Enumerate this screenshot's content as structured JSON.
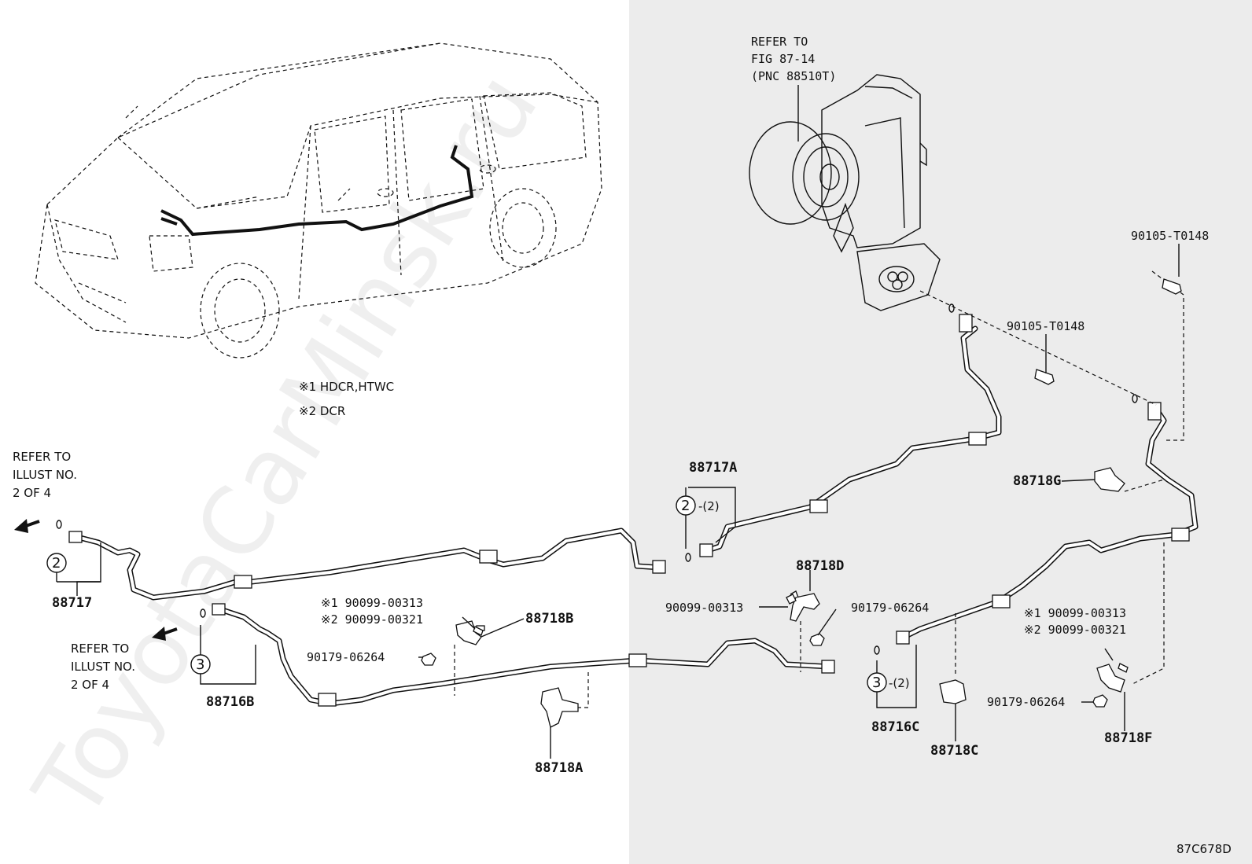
{
  "watermark": "ToyotaCarMinsk.ru",
  "notes": {
    "note1": "※1 HDCR,HTWC",
    "note2": "※2 DCR"
  },
  "refs": {
    "fig_ref": [
      "REFER TO",
      "FIG 87-14",
      "(PNC 88510T)"
    ],
    "illust_ref_top": [
      "REFER TO",
      "ILLUST NO.",
      "2 OF 4"
    ],
    "illust_ref_bottom": [
      "REFER TO",
      "ILLUST NO.",
      "2 OF 4"
    ]
  },
  "parts": {
    "p88717": "88717",
    "p88717A": "88717A",
    "p88716B": "88716B",
    "p88716C": "88716C",
    "p88718A": "88718A",
    "p88718B": "88718B",
    "p88718C": "88718C",
    "p88718D": "88718D",
    "p88718F": "88718F",
    "p88718G": "88718G",
    "bolt_top": "90105-T0148",
    "bolt_mid": "90105-T0148",
    "screw_d": "90099-00313",
    "nut_d": "90179-06264",
    "nut_b": "90179-06264",
    "nut_f": "90179-06264",
    "b_opt1": "※1 90099-00313",
    "b_opt2": "※2 90099-00321",
    "f_opt1": "※1 90099-00313",
    "f_opt2": "※2 90099-00321"
  },
  "callouts": {
    "c2_left": "2",
    "c2_mid": "2",
    "c2_mid_qty": "-(2)",
    "c3_left": "3",
    "c3_right": "3",
    "c3_right_qty": "-(2)"
  },
  "figure_id": "87C678D",
  "colors": {
    "background_left": "#ffffff",
    "background_right": "#ececec",
    "line": "#111111"
  }
}
